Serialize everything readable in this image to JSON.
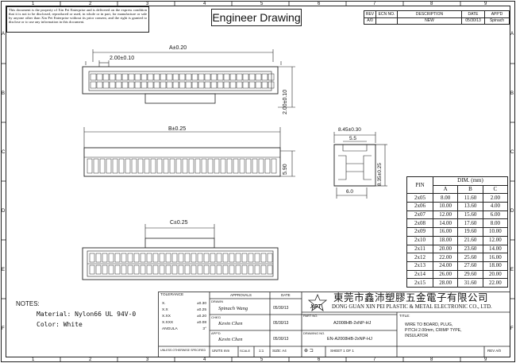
{
  "disclaimer": "This document is the property of Xin Pei Enterprise and is delivered on the express condition that it is not to be disclosed, reproduced or used, in whole or in part, for manufacture or sale by anyone other than Xin Pei Enterprise without its prior consent, and the right is granted to disclose or to use any information in this document.",
  "drawing_title": "Engineer Drawing",
  "revision": {
    "headers": [
      "REV",
      "ECN NO.",
      "DESCRIPTION",
      "DATE",
      "APP'D"
    ],
    "row": [
      "A/0",
      "",
      "NEW",
      "05/30/13",
      "Spinach"
    ]
  },
  "grid": {
    "columns": [
      "1",
      "2",
      "3",
      "4",
      "5",
      "6",
      "7",
      "8",
      "9"
    ],
    "rows": [
      "A",
      "B",
      "C",
      "D",
      "E",
      "F"
    ]
  },
  "dimensions": {
    "a": "A±0.20",
    "pitch": "2.00±0.10",
    "height_top": "2.00±0.10",
    "b": "B±0.25",
    "height_mid": "5.90",
    "c": "C±0.25",
    "side_width": "8.45±0.30",
    "side_inner": "5.5",
    "side_height": "8.35±0.25",
    "side_bottom": "6.0"
  },
  "dim_table": {
    "pin_label": "PIN",
    "dim_label": "DIM. (mm)",
    "cols": [
      "A",
      "B",
      "C"
    ],
    "rows": [
      [
        "2x05",
        "8.00",
        "11.60",
        "2.00"
      ],
      [
        "2x06",
        "10.00",
        "13.60",
        "4.00"
      ],
      [
        "2x07",
        "12.00",
        "15.60",
        "6.00"
      ],
      [
        "2x08",
        "14.00",
        "17.60",
        "8.00"
      ],
      [
        "2x09",
        "16.00",
        "19.60",
        "10.00"
      ],
      [
        "2x10",
        "18.00",
        "21.60",
        "12.00"
      ],
      [
        "2x11",
        "20.00",
        "23.60",
        "14.00"
      ],
      [
        "2x12",
        "22.00",
        "25.60",
        "16.00"
      ],
      [
        "2x13",
        "24.00",
        "27.60",
        "18.00"
      ],
      [
        "2x14",
        "26.00",
        "29.60",
        "20.00"
      ],
      [
        "2x15",
        "28.00",
        "31.60",
        "22.00"
      ]
    ]
  },
  "notes": {
    "title": "NOTES:",
    "material": "Material: Nylon66 UL 94V-0",
    "color": "Color: White"
  },
  "title_block": {
    "tolerance_label": "TOLERANCE",
    "tolerances": [
      [
        "X.",
        "±0.30"
      ],
      [
        "X.X",
        "±0.25"
      ],
      [
        "X.XX",
        "±0.20"
      ],
      [
        "X.XXX",
        "±0.08"
      ],
      [
        "ANGULA",
        "3°"
      ]
    ],
    "unless_note": "UNLESS OTHERWISE SPECIFIED",
    "approvals": "APPROVALS",
    "date_label": "DATE",
    "drawn_label": "DRAWN",
    "drawn_name": "Spinach Wang",
    "drawn_date": "05/30/13",
    "chkd_label": "CHK'D",
    "chkd_name": "Kevin Chen",
    "chkd_date": "05/30/13",
    "appd_label": "APP'D",
    "appd_name": "Kevin Chen",
    "appd_date": "05/30/13",
    "units": "UNITS mm",
    "scale_label": "SCALE",
    "scale": "1:1",
    "size": "SIZE: A4",
    "sheet": "SHEET 1 OF 1",
    "company_cn": "東莞市鑫沛塑膠五金電子有限公司",
    "company_en": "DONG GUAN XIN PEI PLASTIC & METAL ELECTRONIC CO., LTD.",
    "part_no_label": "PART NO.",
    "part_no": "A2008HB-2xNP-HJ",
    "drawing_no_label": "DRAWING NO.",
    "drawing_no": "EN-A2008HB-2xNP-HJ",
    "title_label": "TITLE:",
    "title_lines": [
      "WIRE TO BOARD, PLUG,",
      "PITCH 2.00mm, CRIMP TYPE,",
      "INSULATOR"
    ],
    "rev": "REV A/0"
  }
}
